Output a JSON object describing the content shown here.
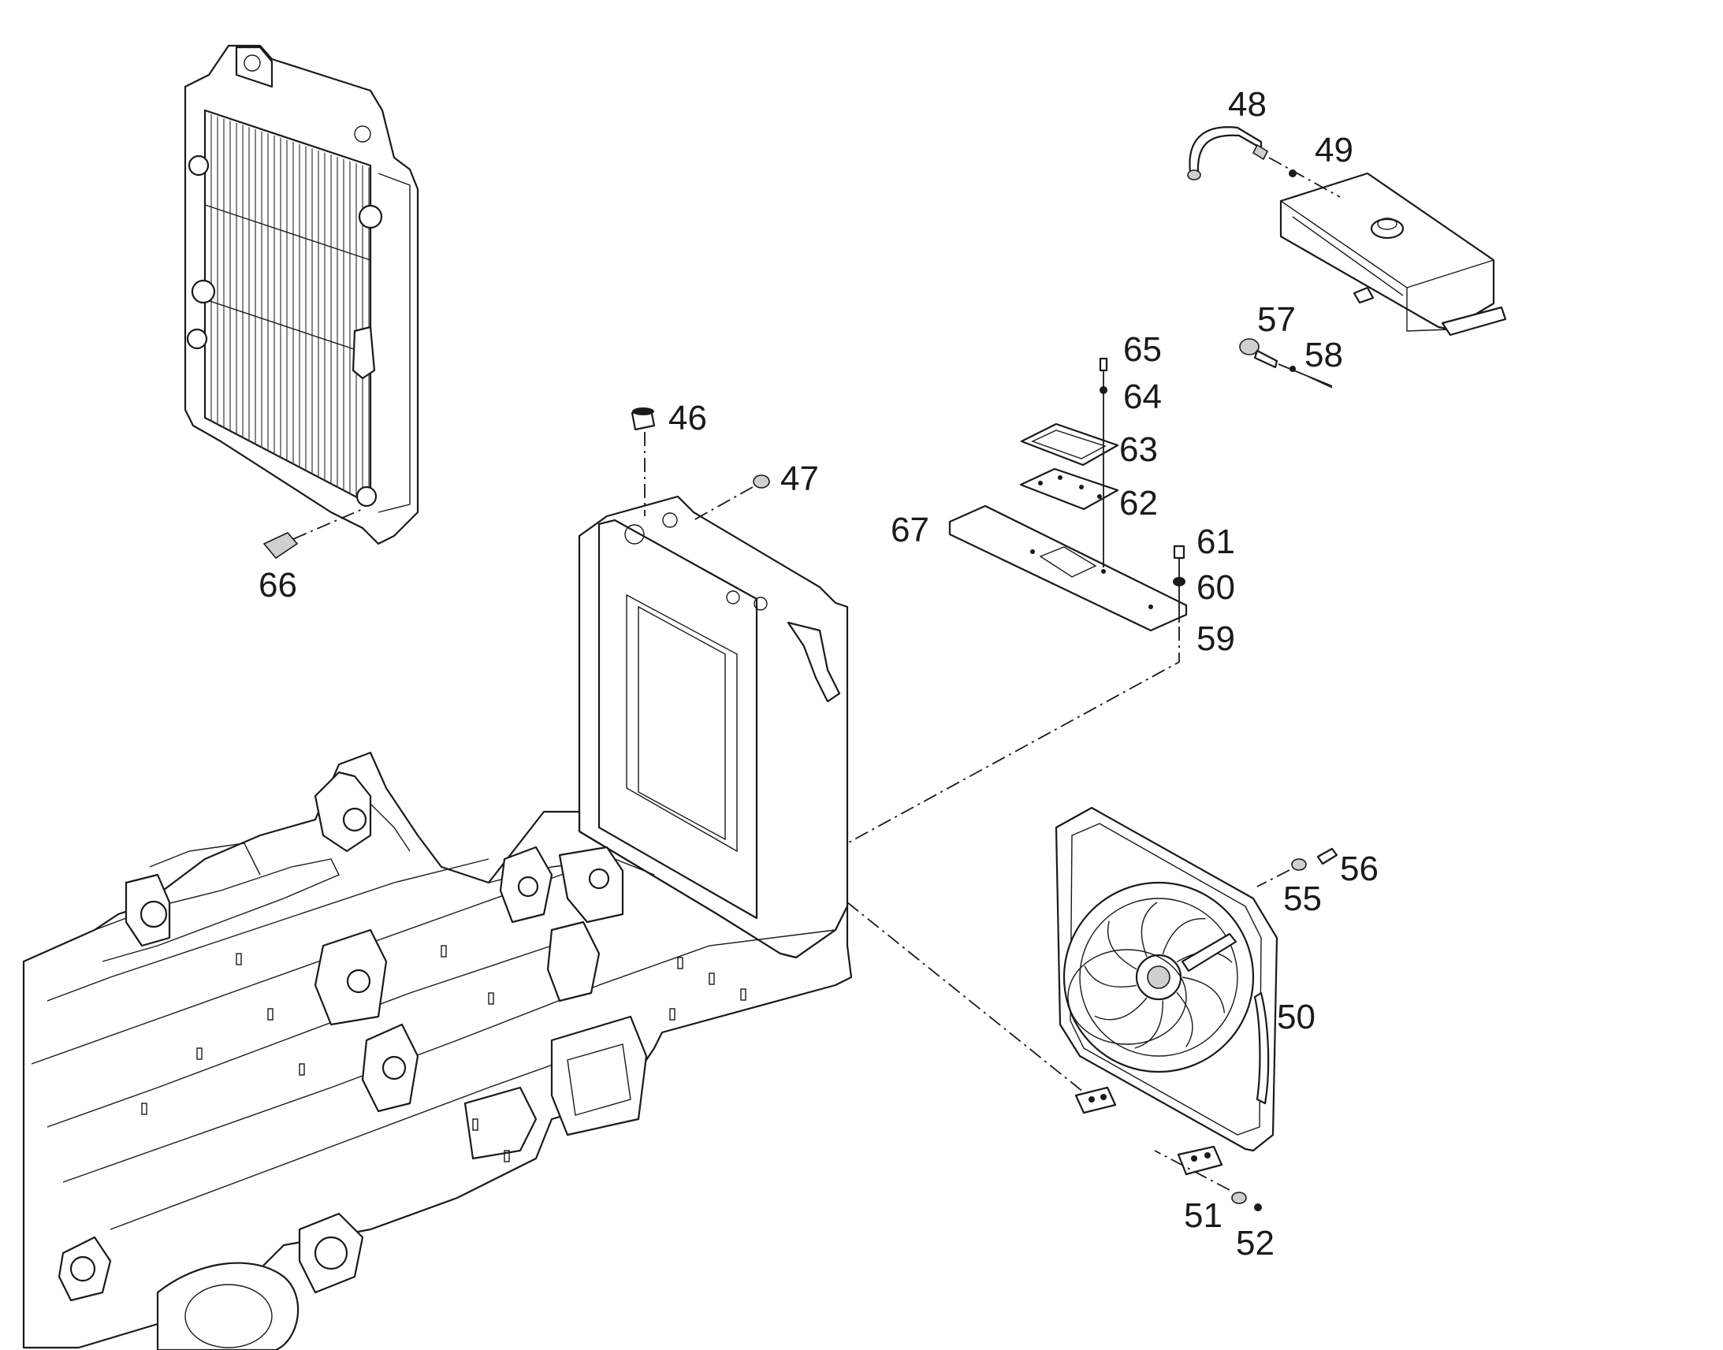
{
  "callouts": {
    "c46": "46",
    "c47": "47",
    "c48": "48",
    "c49": "49",
    "c50": "50",
    "c51": "51",
    "c52": "52",
    "c55": "55",
    "c56": "56",
    "c57": "57",
    "c58": "58",
    "c59": "59",
    "c60": "60",
    "c61": "61",
    "c62": "62",
    "c63": "63",
    "c64": "64",
    "c65": "65",
    "c66": "66",
    "c67": "67"
  },
  "colors": {
    "line": "#1a1a1a",
    "background": "#ffffff"
  }
}
